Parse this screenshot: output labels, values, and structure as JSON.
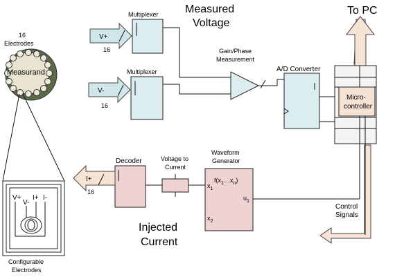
{
  "labels": {
    "measured": [
      "Measured",
      "Voltage"
    ],
    "to_pc": "To PC",
    "electrodes_count": "16",
    "electrodes_word": "Electrodes",
    "measurand": "Measurand",
    "mux1_title": "Multiplexer",
    "mux2_title": "Multiplexer",
    "vplus": "V+",
    "vminus": "V-",
    "bus16_a": "16",
    "bus16_b": "16",
    "bus16_c": "16",
    "gain_phase": [
      "Gain/Phase",
      "Measurement"
    ],
    "adc": "A/D Converter",
    "micro": [
      "Micro-",
      "controller"
    ],
    "decoder": "Decoder",
    "iplus": "I+",
    "v2c": [
      "Voltage to",
      "Current"
    ],
    "waveform": [
      "Waveform",
      "Generator"
    ],
    "fx": "f(x",
    "fx_sub1": "1",
    "fx_dots": "…x",
    "fx_subn": "n",
    "fx_close": ")",
    "x1": "x",
    "x1_sub": "1",
    "x2": "x",
    "x2_sub": "2",
    "u1": "u",
    "u1_sub": "1",
    "control": [
      "Control",
      "Signals"
    ],
    "injected": [
      "Injected",
      "Current"
    ],
    "config_pins": [
      "V+",
      "V-",
      "I+",
      "I-"
    ],
    "configurable": [
      "Configurable",
      "Electrodes"
    ]
  },
  "colors": {
    "blue_block": "#dcedf0",
    "pink_block": "#efd2d2",
    "arrow_pink": "#f7e2d6",
    "electrode_ring": "#5a6b45"
  }
}
